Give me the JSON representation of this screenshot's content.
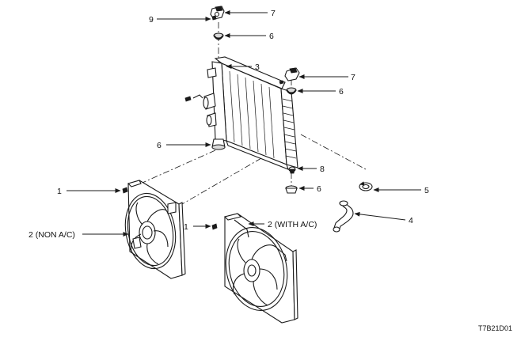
{
  "callouts": {
    "c1_left": "1",
    "c1_right": "1",
    "c2_nonac": "2 (NON A/C)",
    "c2_withac": "2 (WITH A/C)",
    "c3": "3",
    "c4": "4",
    "c5": "5",
    "c6_top": "6",
    "c6_right": "6",
    "c6_bottom_left": "6",
    "c6_bottom_right": "6",
    "c7_top": "7",
    "c7_right": "7",
    "c8": "8",
    "c9": "9"
  },
  "figure_code": "T7B21D01",
  "colors": {
    "line": "#1a1a1a",
    "background": "#ffffff",
    "shade": "#d9d9d9"
  }
}
